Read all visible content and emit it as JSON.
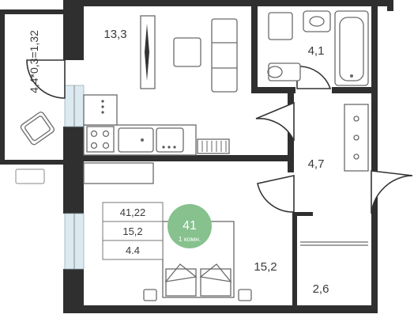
{
  "rooms": {
    "living": "13,3",
    "bathroom": "4,1",
    "hall": "4,7",
    "bedroom": "15,2",
    "storage": "2,6",
    "balcony": "4,4*0,3=1,32"
  },
  "summary": {
    "total": "41,22",
    "living": "15,2",
    "kitchen": "4.4"
  },
  "badge": {
    "value": "41",
    "subtitle": "1 комн.",
    "color": "#86c18e"
  },
  "colors": {
    "wall": "#2f2f2f",
    "window_glass": "#dbeaf0"
  }
}
